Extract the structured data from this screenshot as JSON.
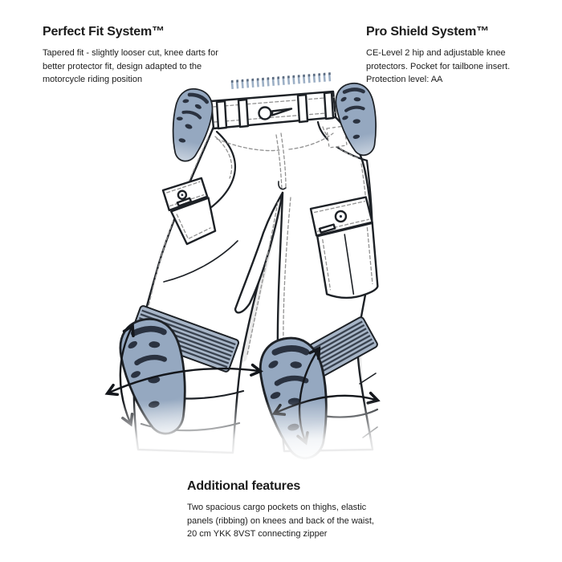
{
  "sections": {
    "perfect_fit": {
      "title": "Perfect Fit System™",
      "body": "Tapered fit - slightly looser cut, knee darts for better protector fit, design adapted to the motorcycle riding position"
    },
    "pro_shield": {
      "title": "Pro Shield System™",
      "body": "CE-Level 2 hip and adjustable knee protectors. Pocket for tailbone insert. Protection level: AA"
    },
    "additional_features": {
      "title": "Additional features",
      "body": "Two spacious cargo pockets on thighs, elastic panels (ribbing) on knees and back of the waist, 20 cm YKK 8VST connecting zipper"
    }
  },
  "illustration": {
    "alt": "Technical front-view line drawing of motorcycle riding pants with hip and knee protectors, ribbed knee panels, cargo pockets, waist zipper teeth and protector adjustment arrows",
    "colors": {
      "outline": "#1d2126",
      "fabric": "#ffffff",
      "stitch": "#929292",
      "protector": "#95a8c0",
      "protector-hole": "#2a3240",
      "ribbing-base": "#a7b5c7",
      "ribbing-stripe": "#39424f",
      "zipper-teeth": "#9db0c6",
      "shade": "#ebebeb",
      "text": "#1c1c1c"
    }
  }
}
